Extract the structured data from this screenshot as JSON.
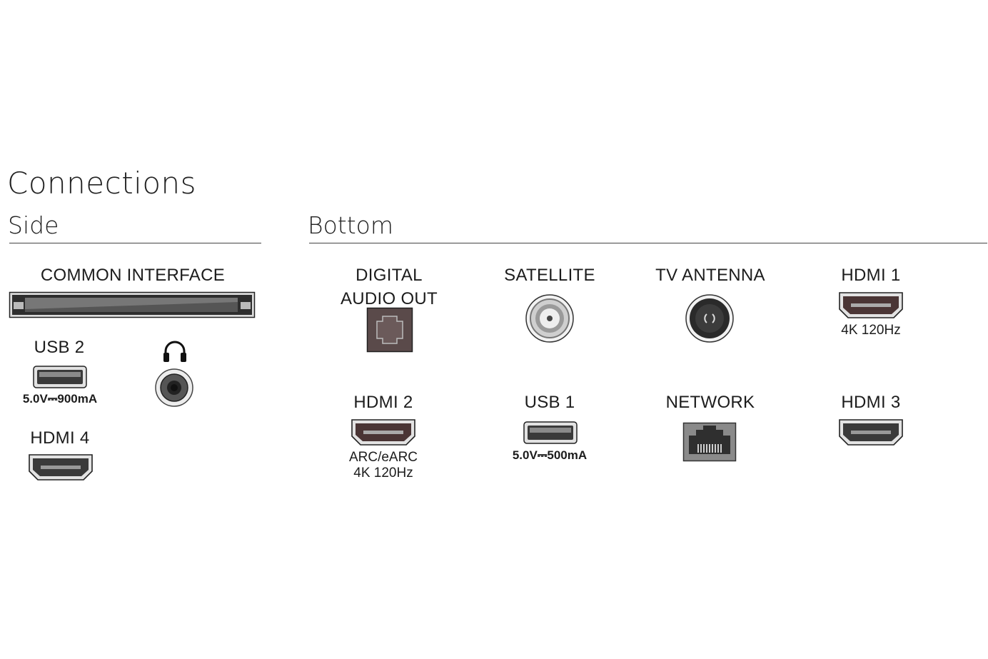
{
  "title": "Connections",
  "side": {
    "heading": "Side",
    "common_interface": "COMMON INTERFACE",
    "usb2": {
      "label": "USB 2",
      "rating": "5.0V⎓900mA"
    },
    "hdmi4": {
      "label": "HDMI 4"
    }
  },
  "bottom": {
    "heading": "Bottom",
    "digital_audio": {
      "line1": "DIGITAL",
      "line2": "AUDIO OUT"
    },
    "satellite": {
      "label": "SATELLITE"
    },
    "tv_antenna": {
      "label": "TV ANTENNA"
    },
    "hdmi1": {
      "label": "HDMI 1",
      "note": "4K 120Hz"
    },
    "hdmi2": {
      "label": "HDMI 2",
      "note1": "ARC/eARC",
      "note2": "4K 120Hz"
    },
    "usb1": {
      "label": "USB 1",
      "rating": "5.0V⎓500mA"
    },
    "network": {
      "label": "NETWORK"
    },
    "hdmi3": {
      "label": "HDMI 3"
    }
  },
  "icons": {
    "common_interface_slot": "pcmcia-slot-icon",
    "usb": "usb-port-icon",
    "hdmi": "hdmi-port-icon",
    "headphone": "headphone-icon",
    "optical": "optical-audio-port-icon",
    "coax": "coaxial-port-icon",
    "ethernet": "ethernet-port-icon"
  }
}
